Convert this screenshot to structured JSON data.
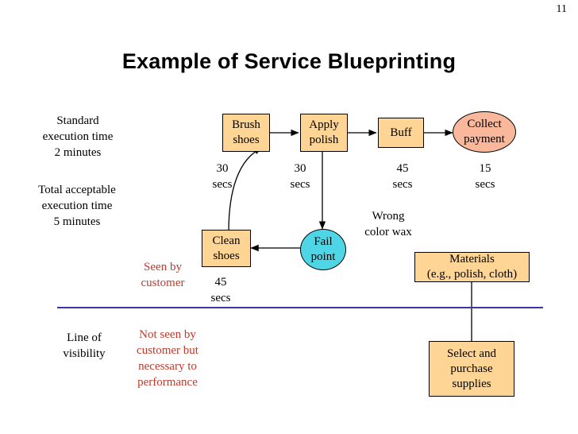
{
  "page": {
    "number": "11",
    "title": "Example of Service Blueprinting"
  },
  "notes": {
    "standard_time": "Standard\nexecution time\n2 minutes",
    "standard_time_lines": [
      "Standard",
      "execution time",
      "2 minutes"
    ],
    "total_time_lines": [
      "Total acceptable",
      "execution time",
      "5 minutes"
    ],
    "seen_by_customer_lines": [
      "Seen by",
      "customer"
    ],
    "line_of_visibility_lines": [
      "Line of",
      "visibility"
    ],
    "not_seen_lines": [
      "Not seen by",
      "customer but",
      "necessary to",
      "performance"
    ],
    "wrong_color_wax_lines": [
      "Wrong",
      "color wax"
    ]
  },
  "nodes": {
    "brush_shoes": {
      "label": "Brush\nshoes",
      "lines": [
        "Brush",
        "shoes"
      ],
      "time": [
        "30",
        "secs"
      ]
    },
    "apply_polish": {
      "label": "Apply\npolish",
      "lines": [
        "Apply",
        "polish"
      ],
      "time": [
        "30",
        "secs"
      ]
    },
    "buff": {
      "label": "Buff",
      "lines": [
        "Buff"
      ],
      "time": [
        "45",
        "secs"
      ]
    },
    "collect_payment": {
      "label": "Collect\npayment",
      "lines": [
        "Collect",
        "payment"
      ],
      "time": [
        "15",
        "secs"
      ]
    },
    "clean_shoes": {
      "label": "Clean\nshoes",
      "lines": [
        "Clean",
        "shoes"
      ],
      "time": [
        "45",
        "secs"
      ]
    },
    "fail_point": {
      "label": "Fail\npoint",
      "lines": [
        "Fail",
        "point"
      ]
    },
    "materials": {
      "lines": [
        "Materials",
        "(e.g., polish, cloth)"
      ]
    },
    "select_purchase": {
      "lines": [
        "Select and",
        "purchase",
        "supplies"
      ]
    }
  },
  "colors": {
    "box_fill": "#ffd596",
    "ellipse_fill": "#f9b89c",
    "circle_fill": "#4fd6e6",
    "line_of_visibility": "#3a36a8",
    "red_text": "#c0392b",
    "stroke": "#000000"
  }
}
